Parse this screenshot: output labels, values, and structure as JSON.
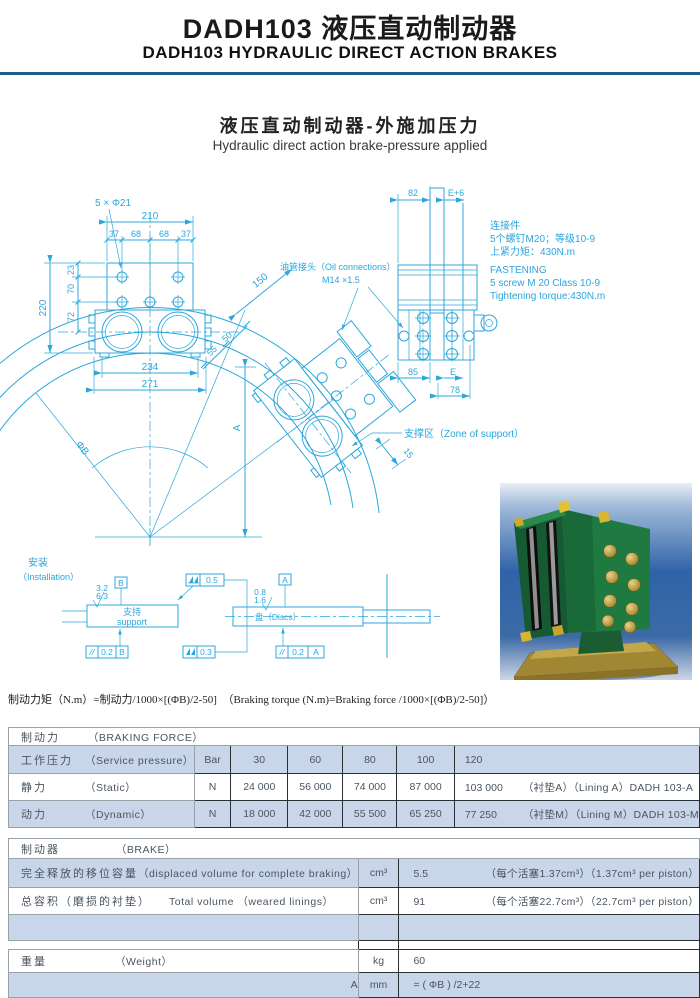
{
  "header": {
    "title_zh": "DADH103 液压直动制动器",
    "title_en": "DADH103 HYDRAULIC DIRECT ACTION BRAKES"
  },
  "section": {
    "subtitle_zh": "液压直动制动器-外施加压力",
    "subtitle_en": "Hydraulic direct action brake-pressure applied"
  },
  "formula": "制动力矩（N.m）=制动力/1000×[(ΦB)/2-50]　（Braking torque (N.m)=Braking force /1000×[(ΦB)/2-50]）",
  "colors": {
    "drawing_blue": "#2ba7dc",
    "table_shade": "#c9d6ea",
    "rule_blue": "#1d5f86"
  },
  "drawing": {
    "holes_label": "5 × Φ21",
    "d210": "210",
    "d37": "37",
    "d68": "68",
    "d23": "23",
    "d70": "70",
    "d72": "72",
    "d220": "220",
    "d234": "234",
    "d271": "271",
    "d150": "150",
    "d55": "55",
    "d50": "50",
    "dA": "A",
    "dPhiB": "ΦB",
    "d15": "15",
    "d82": "82",
    "dE6": "E+6",
    "d85": "85",
    "dE": "E",
    "d78": "78",
    "oil_label_zh": "油管接头（Oil connections）",
    "oil_label_spec": "M14 ×1.5",
    "fasten_zh_1": "连接件",
    "fasten_zh_2": "5个螺钉M20；等级10-9",
    "fasten_zh_3": "上紧力矩：430N.m",
    "fasten_en_1": "FASTENING",
    "fasten_en_2": "5 screw M 20 Class 10-9",
    "fasten_en_3": "Tightening torque:430N.m",
    "support_zone": "支撑区（Zone of support）",
    "install_zh": "安装",
    "install_en": "（Installation）",
    "support_zh": "支持",
    "support_en": "support",
    "discs": "盘（Discs）",
    "r32": "3.2",
    "r63": "6.3",
    "r08": "0.8",
    "r16": "1.6",
    "datumA": "A",
    "datumB": "B",
    "tol05": "0.5",
    "tol03": "0.3",
    "tol02": "0.2",
    "parSym": "//",
    "refA": "A",
    "refB": "B"
  },
  "braking_force_table": {
    "title_zh": "制动力",
    "title_en": "（BRAKING FORCE）",
    "rows": [
      {
        "label_zh": "工作压力",
        "label_en": "（Service pressure）",
        "unit": "Bar",
        "v1": "30",
        "v2": "60",
        "v3": "80",
        "v4": "100",
        "v5": "120",
        "note": ""
      },
      {
        "label_zh": "静力",
        "label_en": "（Static）",
        "unit": "N",
        "v1": "24 000",
        "v2": "56 000",
        "v3": "74 000",
        "v4": "87 000",
        "v5": "103 000",
        "note": "（衬垫A）（Lining A）DADH 103-A"
      },
      {
        "label_zh": "动力",
        "label_en": "（Dynamic）",
        "unit": "N",
        "v1": "18 000",
        "v2": "42 000",
        "v3": "55 500",
        "v4": "65 250",
        "v5": "77 250",
        "note": "（衬垫M）（Lining M）DADH 103-M"
      }
    ]
  },
  "brake_table": {
    "title_zh": "制动器",
    "title_en": "（BRAKE）",
    "rows": [
      {
        "label_zh": "完全释放的移位容量",
        "label_en": "（displaced volume for complete braking）",
        "unit": "cm³",
        "value": "5.5",
        "note": "（每个活塞1.37cm³）（1.37cm³ per piston）"
      },
      {
        "label_zh": "总容积（磨损的衬垫）",
        "label_en": "Total volume （weared linings）",
        "unit": "cm³",
        "value": "91",
        "note": "（每个活塞22.7cm³）（22.7cm³ per piston）"
      },
      {
        "label_zh": "重量",
        "label_en": "（Weight）",
        "unit": "kg",
        "value": "60",
        "note": ""
      },
      {
        "label_right": "A",
        "unit": "mm",
        "value": "= ( ΦB ) /2+22",
        "note": ""
      }
    ]
  }
}
